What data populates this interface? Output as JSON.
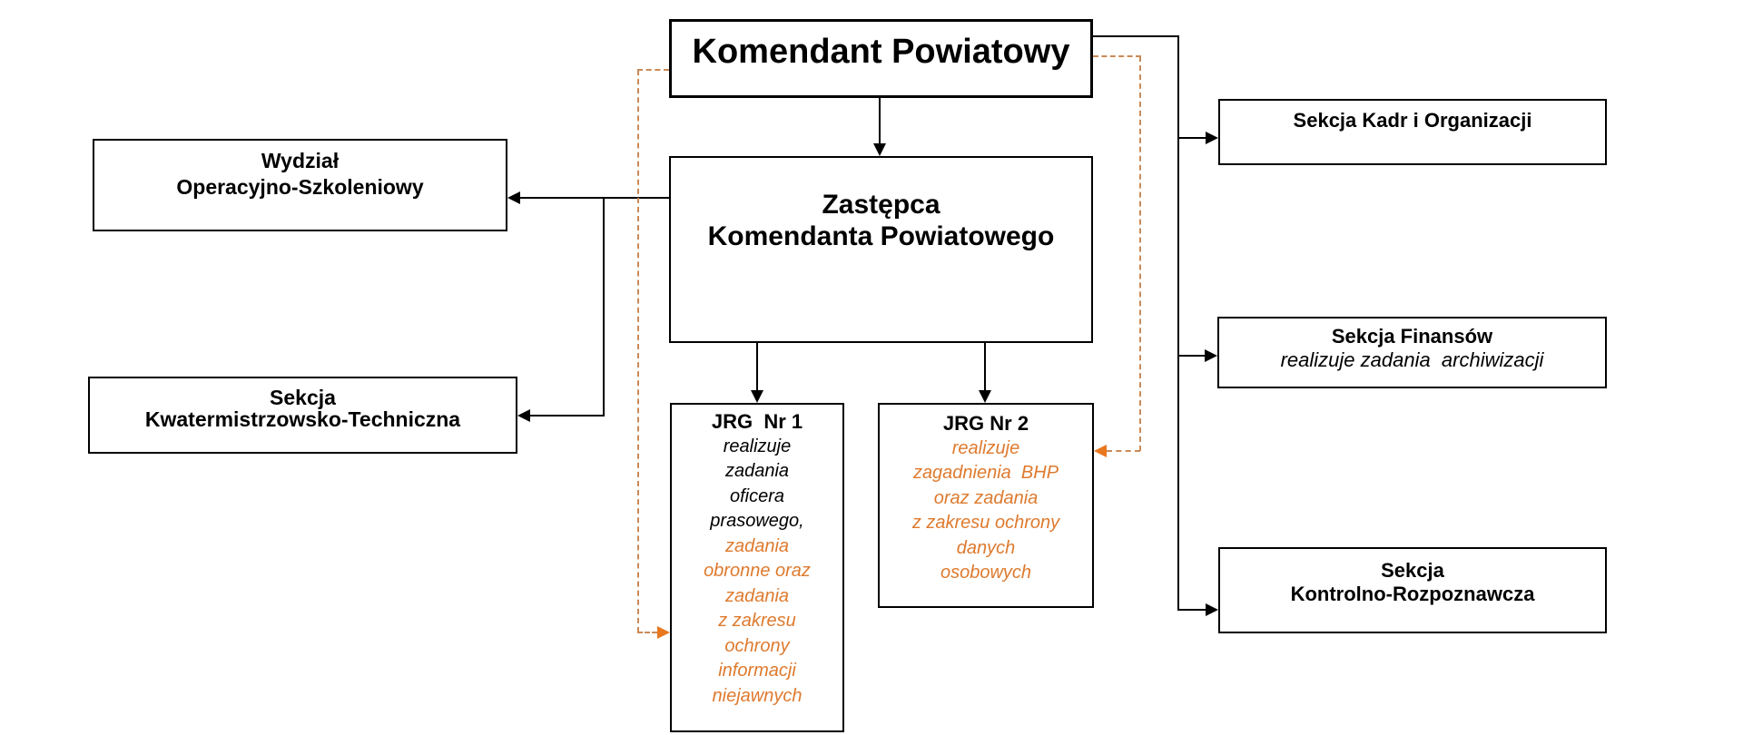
{
  "diagram": {
    "type": "org-chart",
    "language": "pl",
    "background": "#FFFFFF"
  },
  "colors": {
    "box_border": "#000000",
    "text_black": "#000000",
    "text_orange": "#DE7A2E",
    "dashed_line_orange": "#C98A58",
    "dashed_arrow_orange": "#E8771E",
    "solid_line_black": "#000000"
  },
  "nodes": {
    "komendant": {
      "label": "Komendant Powiatowy"
    },
    "zastepca": {
      "lines": [
        "Zastępca",
        "Komendanta Powiatowego"
      ]
    },
    "wydzial_operacyjno_szkoleniowy": {
      "lines": [
        "Wydział",
        "Operacyjno-Szkoleniowy"
      ]
    },
    "sekcja_kwatermistrzowsko_techniczna": {
      "lines": [
        "Sekcja",
        "Kwatermistrzowsko-Techniczna"
      ]
    },
    "jrg_nr_1": {
      "title": "JRG  Nr 1",
      "note_black": [
        "realizuje",
        "zadania",
        "oficera",
        "prasowego,"
      ],
      "note_orange": [
        "zadania",
        "obronne oraz",
        "zadania",
        "z zakresu",
        "ochrony",
        "informacji",
        "niejawnych"
      ]
    },
    "jrg_nr_2": {
      "title": "JRG Nr 2",
      "note_orange": [
        "realizuje",
        "zagadnienia  BHP",
        "oraz zadania",
        "z zakresu ochrony",
        "danych",
        "osobowych"
      ]
    },
    "sekcja_kadr_i_organizacji": {
      "label": "Sekcja Kadr i Organizacji"
    },
    "sekcja_finansow": {
      "title": "Sekcja Finansów",
      "note": "realizuje zadania  archiwizacji"
    },
    "sekcja_kontrolno_rozpoznawcza": {
      "lines": [
        "Sekcja",
        "Kontrolno-Rozpoznawcza"
      ]
    }
  },
  "edges": {
    "solid_black": [
      {
        "from": "komendant",
        "to": "zastepca"
      },
      {
        "from": "zastepca",
        "to": "wydzial_operacyjno_szkoleniowy"
      },
      {
        "from": "zastepca",
        "to": "sekcja_kwatermistrzowsko_techniczna"
      },
      {
        "from": "zastepca",
        "to": "jrg_nr_1"
      },
      {
        "from": "zastepca",
        "to": "jrg_nr_2"
      },
      {
        "from": "komendant",
        "to": "sekcja_kadr_i_organizacji"
      },
      {
        "from": "komendant",
        "to": "sekcja_finansow"
      },
      {
        "from": "komendant",
        "to": "sekcja_kontrolno_rozpoznawcza"
      }
    ],
    "dashed_orange": [
      {
        "from": "komendant",
        "to": "jrg_nr_1"
      },
      {
        "from": "komendant",
        "to": "jrg_nr_2"
      }
    ]
  }
}
